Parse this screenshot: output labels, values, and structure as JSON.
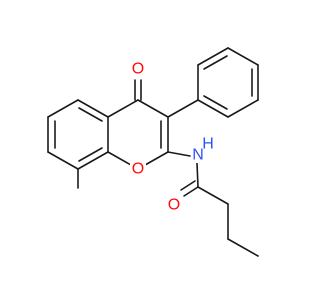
{
  "molecule": {
    "atoms": {
      "carbonyl_oxygen": {
        "text": "O",
        "color": "#ff0d0d"
      },
      "ring_oxygen": {
        "text": "O",
        "color": "#ff0d0d"
      },
      "amide_nitrogen": {
        "text": "N",
        "color": "#3050f8"
      },
      "amide_hydrogen": {
        "text": "H",
        "color": "#3050f8"
      },
      "amide_oxygen": {
        "text": "O",
        "color": "#ff0d0d"
      }
    }
  }
}
